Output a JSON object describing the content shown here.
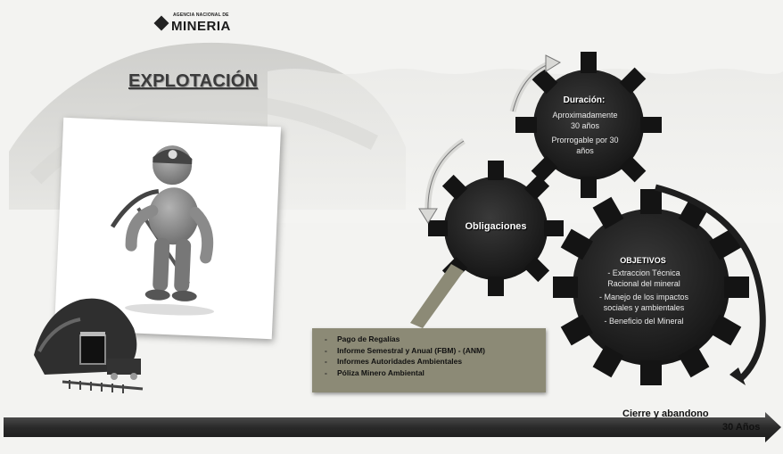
{
  "logo": {
    "agency_small": "AGENCIA NACIONAL DE",
    "agency_name": "MINERIA"
  },
  "title": "EXPLOTACIÓN",
  "gears": {
    "obligaciones": {
      "label": "Obligaciones"
    },
    "duracion": {
      "title": "Duración:",
      "lines": [
        "Aproximadamente",
        "30 años",
        "Prorrogable por 30",
        "años"
      ]
    },
    "objetivos": {
      "title": "OBJETIVOS",
      "lines": [
        "- Extraccion Técnica",
        "Racional del mineral",
        "- Manejo de los impactos",
        "sociales y ambientales",
        "- Beneficio del Mineral"
      ]
    }
  },
  "obligations": [
    "Pago de Regalías",
    "Informe Semestral y Anual (FBM) - (ANM)",
    "Informes Autoridades Ambientales",
    "Póliza Minero Ambiental"
  ],
  "timeline": {
    "label": "Cierre y abandono",
    "end": "30 Años"
  },
  "colors": {
    "background": "#f3f3f1",
    "gear": "#1b1b1b",
    "timeline": "#2a2a2a",
    "list_box": "#8c8a76"
  }
}
